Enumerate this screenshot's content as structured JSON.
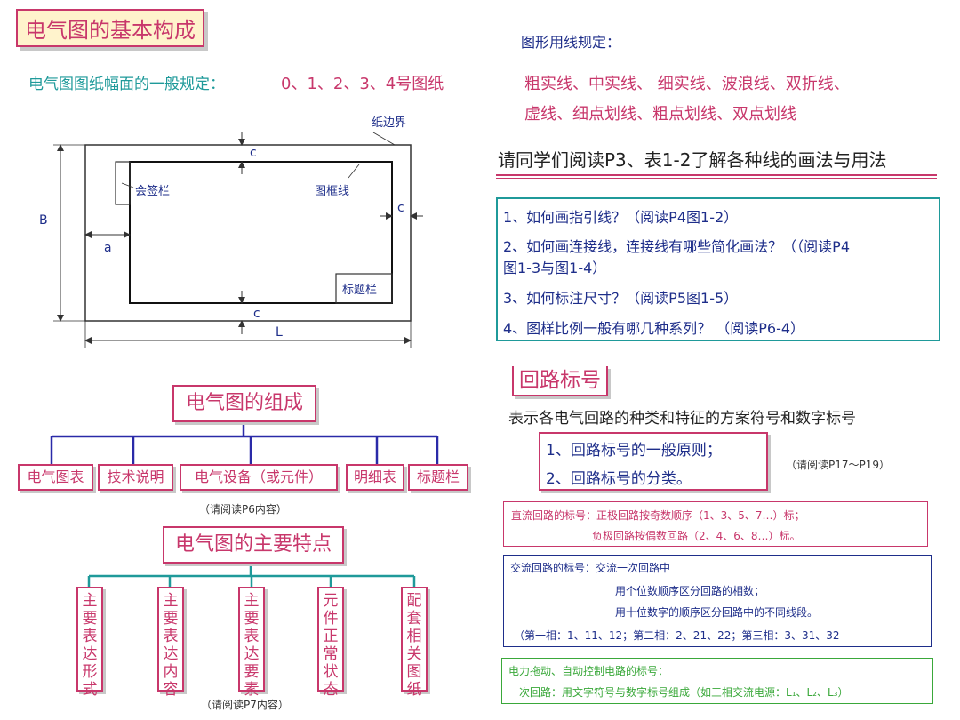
{
  "left": {
    "title": "电气图的基本构成",
    "paper_rule_label": "电气图图纸幅面的一般规定：",
    "paper_rule_values": "0、1、2、3、4号图纸",
    "drawing": {
      "paper_edge": "纸边界",
      "frame_line": "图框线",
      "countersign": "会签栏",
      "title_block": "标题栏",
      "dim_c": "c",
      "dim_a": "a",
      "dim_b": "B",
      "dim_l": "L"
    },
    "composition": {
      "title": "电气图的组成",
      "items": [
        "电气图表",
        "技术说明",
        "电气设备（或元件）",
        "明细表",
        "标题栏"
      ],
      "note": "（请阅读P6内容）"
    },
    "features": {
      "title": "电气图的主要特点",
      "items": [
        "主要表达形式",
        "主要表达内容",
        "主要表达要素",
        "元件正常状态",
        "配套相关图纸"
      ],
      "note": "（请阅读P7内容）"
    }
  },
  "right": {
    "line_rule_title": "图形用线规定：",
    "line_types_1": "粗实线、中实线、 细实线、波浪线、双折线、",
    "line_types_2": "虚线、细点划线、粗点划线、双点划线",
    "read_prompt": "请同学们阅读P3、表1-2了解各种线的画法与用法",
    "questions": [
      "1、如何画指引线？（阅读P4图1-2）",
      "2、如何画连接线，连接线有哪些简化画法？（（阅读P4",
      "图1-3与图1-4）",
      "3、如何标注尺寸？（阅读P5图1-5）",
      "4、图样比例一般有哪几种系列？ （阅读P6-4）"
    ],
    "circuit": {
      "title": "回路标号",
      "subtitle": "表示各电气回路的种类和特征的方案符号和数字标号",
      "items": [
        "1、回路标号的一般原则；",
        "2、回路标号的分类。"
      ],
      "note": "（请阅读P17～P19）",
      "dc_line1": "直流回路的标号：正极回路按奇数顺序（1、3、5、7…）标；",
      "dc_line2": "负极回路按偶数回路（2、4、6、8…）标。",
      "ac_line1": "交流回路的标号：交流一次回路中",
      "ac_line2": "用个位数顺序区分回路的相数；",
      "ac_line3": "用十位数字的顺序区分回路中的不同线段。",
      "ac_line4": "（第一相：1、11、12；第二相：2、21、22；第三相：3、31、32",
      "power_line1": "电力拖动、自动控制电路的标号：",
      "power_line2": "一次回路：用文字符号与数字标号组成（如三相交流电源：L₁、L₂、L₃）"
    }
  },
  "colors": {
    "pink": "#c8376b",
    "teal": "#1f9a9a",
    "navy": "#1e2e8a",
    "green": "#3aa83a",
    "title_bg": "#fff3cc"
  }
}
